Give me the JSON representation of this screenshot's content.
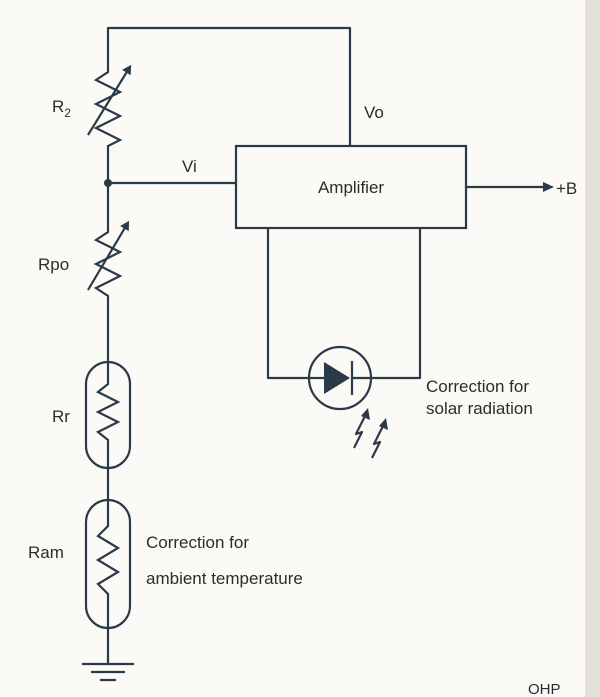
{
  "labels": {
    "r2": "R",
    "r2_sub": "2",
    "vo": "Vo",
    "vi": "Vi",
    "amplifier": "Amplifier",
    "output_b": "+B",
    "rpo": "Rpo",
    "rr": "Rr",
    "ram": "Ram",
    "solar_line1": "Correction for",
    "solar_line2": "solar radiation",
    "ambient_line1": "Correction for",
    "ambient_line2": "ambient temperature",
    "corner": "OHP"
  },
  "colors": {
    "wire": "#2a3a48",
    "amplifier_fill": "#bcd3e2",
    "ram_fill": "#a9c8e0",
    "diode_fill": "#a9c8e0",
    "background": "#fbfaf6"
  }
}
